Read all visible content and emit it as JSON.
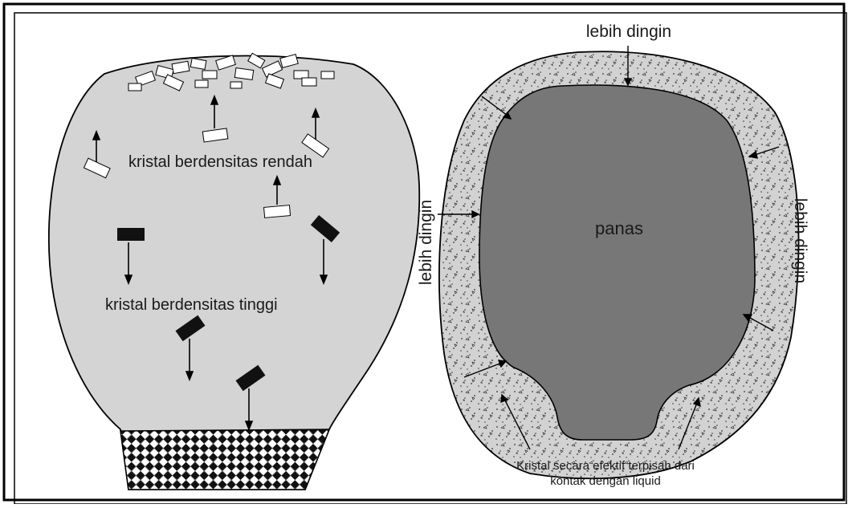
{
  "left_panel": {
    "low_density_label": "kristal berdensitas rendah",
    "high_density_label": "kristal berdensitas tinggi"
  },
  "right_panel": {
    "top_label": "lebih dingin",
    "left_label": "lebih dingin",
    "right_label": "lebih dingin",
    "center_label": "panas",
    "caption_line1": "Kristal secara efektif terpisah dari",
    "caption_line2": "kontak dengan liquid"
  },
  "colors": {
    "border": "#000000",
    "magma_light": "#d4d4d4",
    "hot_core": "#777777",
    "rind": "#d2d2d2",
    "crystal_dark": "#111111",
    "crystal_light": "#ffffff"
  }
}
